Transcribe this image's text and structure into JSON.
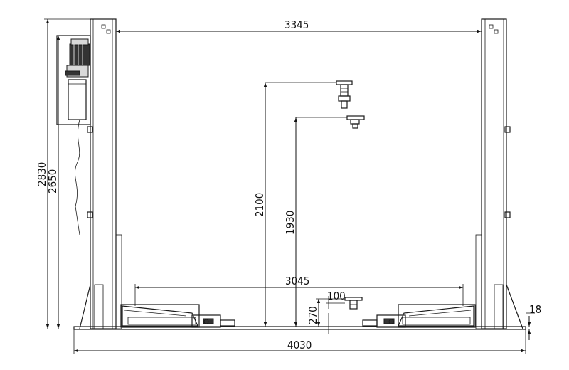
{
  "dimensions": {
    "inner_width": "3345",
    "overall_height": "2830",
    "column_height": "2650",
    "max_lift_height": "2100",
    "lift_height": "1930",
    "arm_width": "3045",
    "pad_offset": "100",
    "min_pad_height": "270",
    "base_plate": "18",
    "overall_width": "4030"
  },
  "colors": {
    "line": "#1a1a1a",
    "motor": "#333333",
    "background": "#ffffff"
  }
}
